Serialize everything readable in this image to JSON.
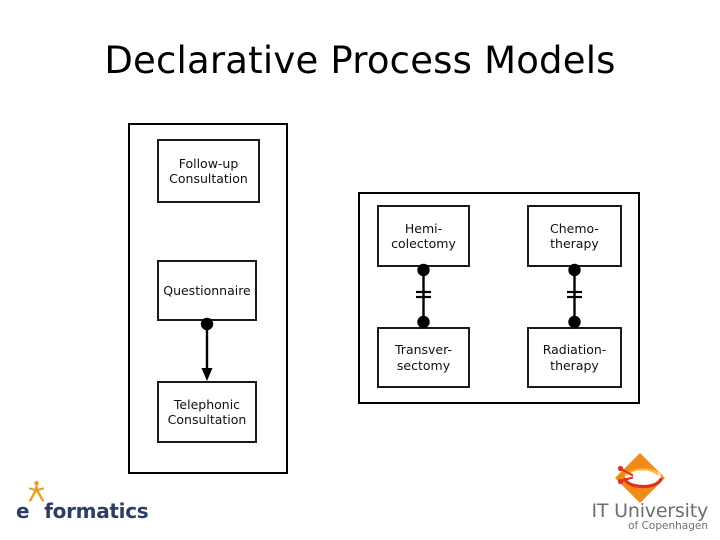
{
  "slide": {
    "title": "Declarative Process Models",
    "background_color": "#ffffff",
    "text_color": "#000000"
  },
  "models": [
    {
      "id": "left-model",
      "name": "patient-followup-model",
      "activities": [
        {
          "id": "followup",
          "label": "Follow-up\nConsultation"
        },
        {
          "id": "questionnaire",
          "label": "Questionnaire"
        },
        {
          "id": "telephonic",
          "label": "Telephonic\nConsultation"
        }
      ],
      "constraints": [
        {
          "id": "response-questionnaire-telephonic",
          "type": "response",
          "notation": "filled-dot-with-arrow",
          "source": "questionnaire",
          "target": "telephonic"
        }
      ]
    },
    {
      "id": "right-model",
      "name": "treatment-exclusion-model",
      "activities": [
        {
          "id": "hemicolectomy",
          "label": "Hemi-\ncolectomy"
        },
        {
          "id": "chemotherapy",
          "label": "Chemo-\ntherapy"
        },
        {
          "id": "transversectomy",
          "label": "Transver-\nsectomy"
        },
        {
          "id": "radiotherapy",
          "label": "Radiation-\ntherapy"
        }
      ],
      "constraints": [
        {
          "id": "not-coexistence-hemi-transver",
          "type": "not co-existence",
          "notation": "dot-line-double-bar-line-dot",
          "source": "hemicolectomy",
          "target": "transversectomy"
        },
        {
          "id": "not-coexistence-chemo-radiation",
          "type": "not co-existence",
          "notation": "dot-line-double-bar-line-dot",
          "source": "chemotherapy",
          "target": "radiotherapy"
        }
      ]
    }
  ],
  "logos": {
    "exformatics": {
      "text_before": "e",
      "text_accent": "X",
      "text_after": "formatics",
      "text_color": "#2b3f66",
      "accent_color": "#eda01e"
    },
    "itu": {
      "name": "IT University",
      "subtitle": "of Copenhagen",
      "text_color": "#6e6e6e",
      "diamond_color": "#f08a1a",
      "accent_color": "#e0301e"
    }
  }
}
